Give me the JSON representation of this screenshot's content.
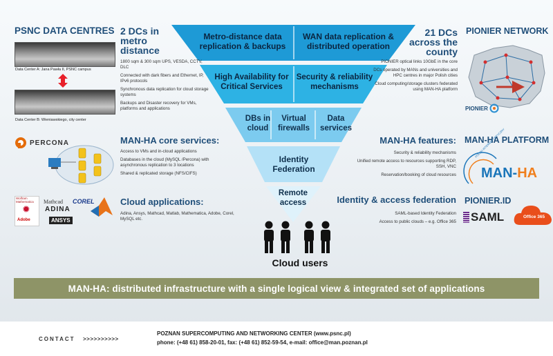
{
  "left": {
    "dc_title": "PSNC DATA CENTRES",
    "dc_heading": "2 DCs in metro distance",
    "dc_caption_a": "Data Center A: Jana Pawła II, PSNC campus",
    "dc_caption_b": "Data Center B: Wieniawskiego, city center",
    "dc_details": [
      "1800 sqm & 300 sqm UPS, VESDA, CCTV, DLC",
      "Connected with dark fibers and Ethernet, IP, IPv6 protocols",
      "Synchronous data replication for cloud storage systems",
      "Backups and Disaster recovery for VMs, platforms and applications"
    ],
    "percona_logo": "PERCONA",
    "core_heading": "MAN-HA core services:",
    "core_items": [
      "Access to VMs and in-cloud applications",
      "Databases in the cloud (MySQL /Percona) with asynchronous replication to 3 locations",
      "Shared & replicated storage (NFS/CIFS)"
    ],
    "apps_heading": "Cloud applications:",
    "apps_text": "Adina, Ansys, Mathcad, Matlab, Mathematica, Adobe, Corel, MySQL etc.",
    "app_logos": [
      "Wolfram Mathematica",
      "Adobe",
      "Mathcad",
      "ADINA",
      "COREL",
      "ANSYS"
    ]
  },
  "right": {
    "net_title": "PIONIER NETWORK",
    "net_heading": "21 DCs across the county",
    "net_details": [
      "PIONIER optical links 10GbE in the core",
      "DCs operated by MANs and universities and HPC centres in major Polish cities",
      "Cloud computing/storage clusters federated using MAN-HA platform"
    ],
    "pionier_logo": "PIONIER",
    "platform_title": "MAN-HA PLATFORM",
    "features_heading": "MAN-HA features:",
    "features_items": [
      "Security & reliability mechanisms",
      "Unified remote access to resources supporting RDP, SSH, VNC",
      "Reservation/booking of cloud resources"
    ],
    "manha_logo_a": "MAN-",
    "manha_logo_b": "HA",
    "manha_arc": "POLSKI INTERNET OPTYCZNY",
    "id_title": "PIONIER.ID",
    "id_heading": "Identity & access federation",
    "id_items": [
      "SAML-based Identity Federation",
      "Access to public clouds – e.g. Office 365"
    ],
    "saml_logo": "SAML",
    "office_logo": "Office 365"
  },
  "funnel": {
    "t1_left": "Metro-distance data replication & backups",
    "t1_right": "WAN data replication & distributed operation",
    "t2_left": "High Availability for Critical Services",
    "t2_right": "Security & reliability mechanisms",
    "t3_a": "DBs in cloud",
    "t3_b": "Virtual firewalls",
    "t3_c": "Data services",
    "t4": "Identity Federation",
    "t5": "Remote access",
    "users_label": "Cloud users"
  },
  "banner": {
    "text": "MAN-HA: distributed infrastructure with a single logical view & integrated set of applications"
  },
  "footer": {
    "contact_label": "CONTACT",
    "arrows": ">>>>>>>>>>",
    "org": "POZNAN SUPERCOMPUTING AND NETWORKING CENTER (www.psnc.pl)",
    "phone": "phone: (+48 61) 858-20-01, fax: (+48 61) 852-59-54, e-mail: office@man.poznan.pl"
  },
  "colors": {
    "title_blue": "#1f4e79",
    "tier1": "#1e9ad6",
    "tier2": "#2db2e4",
    "tier3": "#7ccbef",
    "tier4": "#b4e1f7",
    "tier5": "#dff2fb",
    "banner_olive": "#8e9467",
    "manha_blue": "#1a75b9",
    "manha_orange": "#f07f1d",
    "office_red": "#e94e1b"
  }
}
